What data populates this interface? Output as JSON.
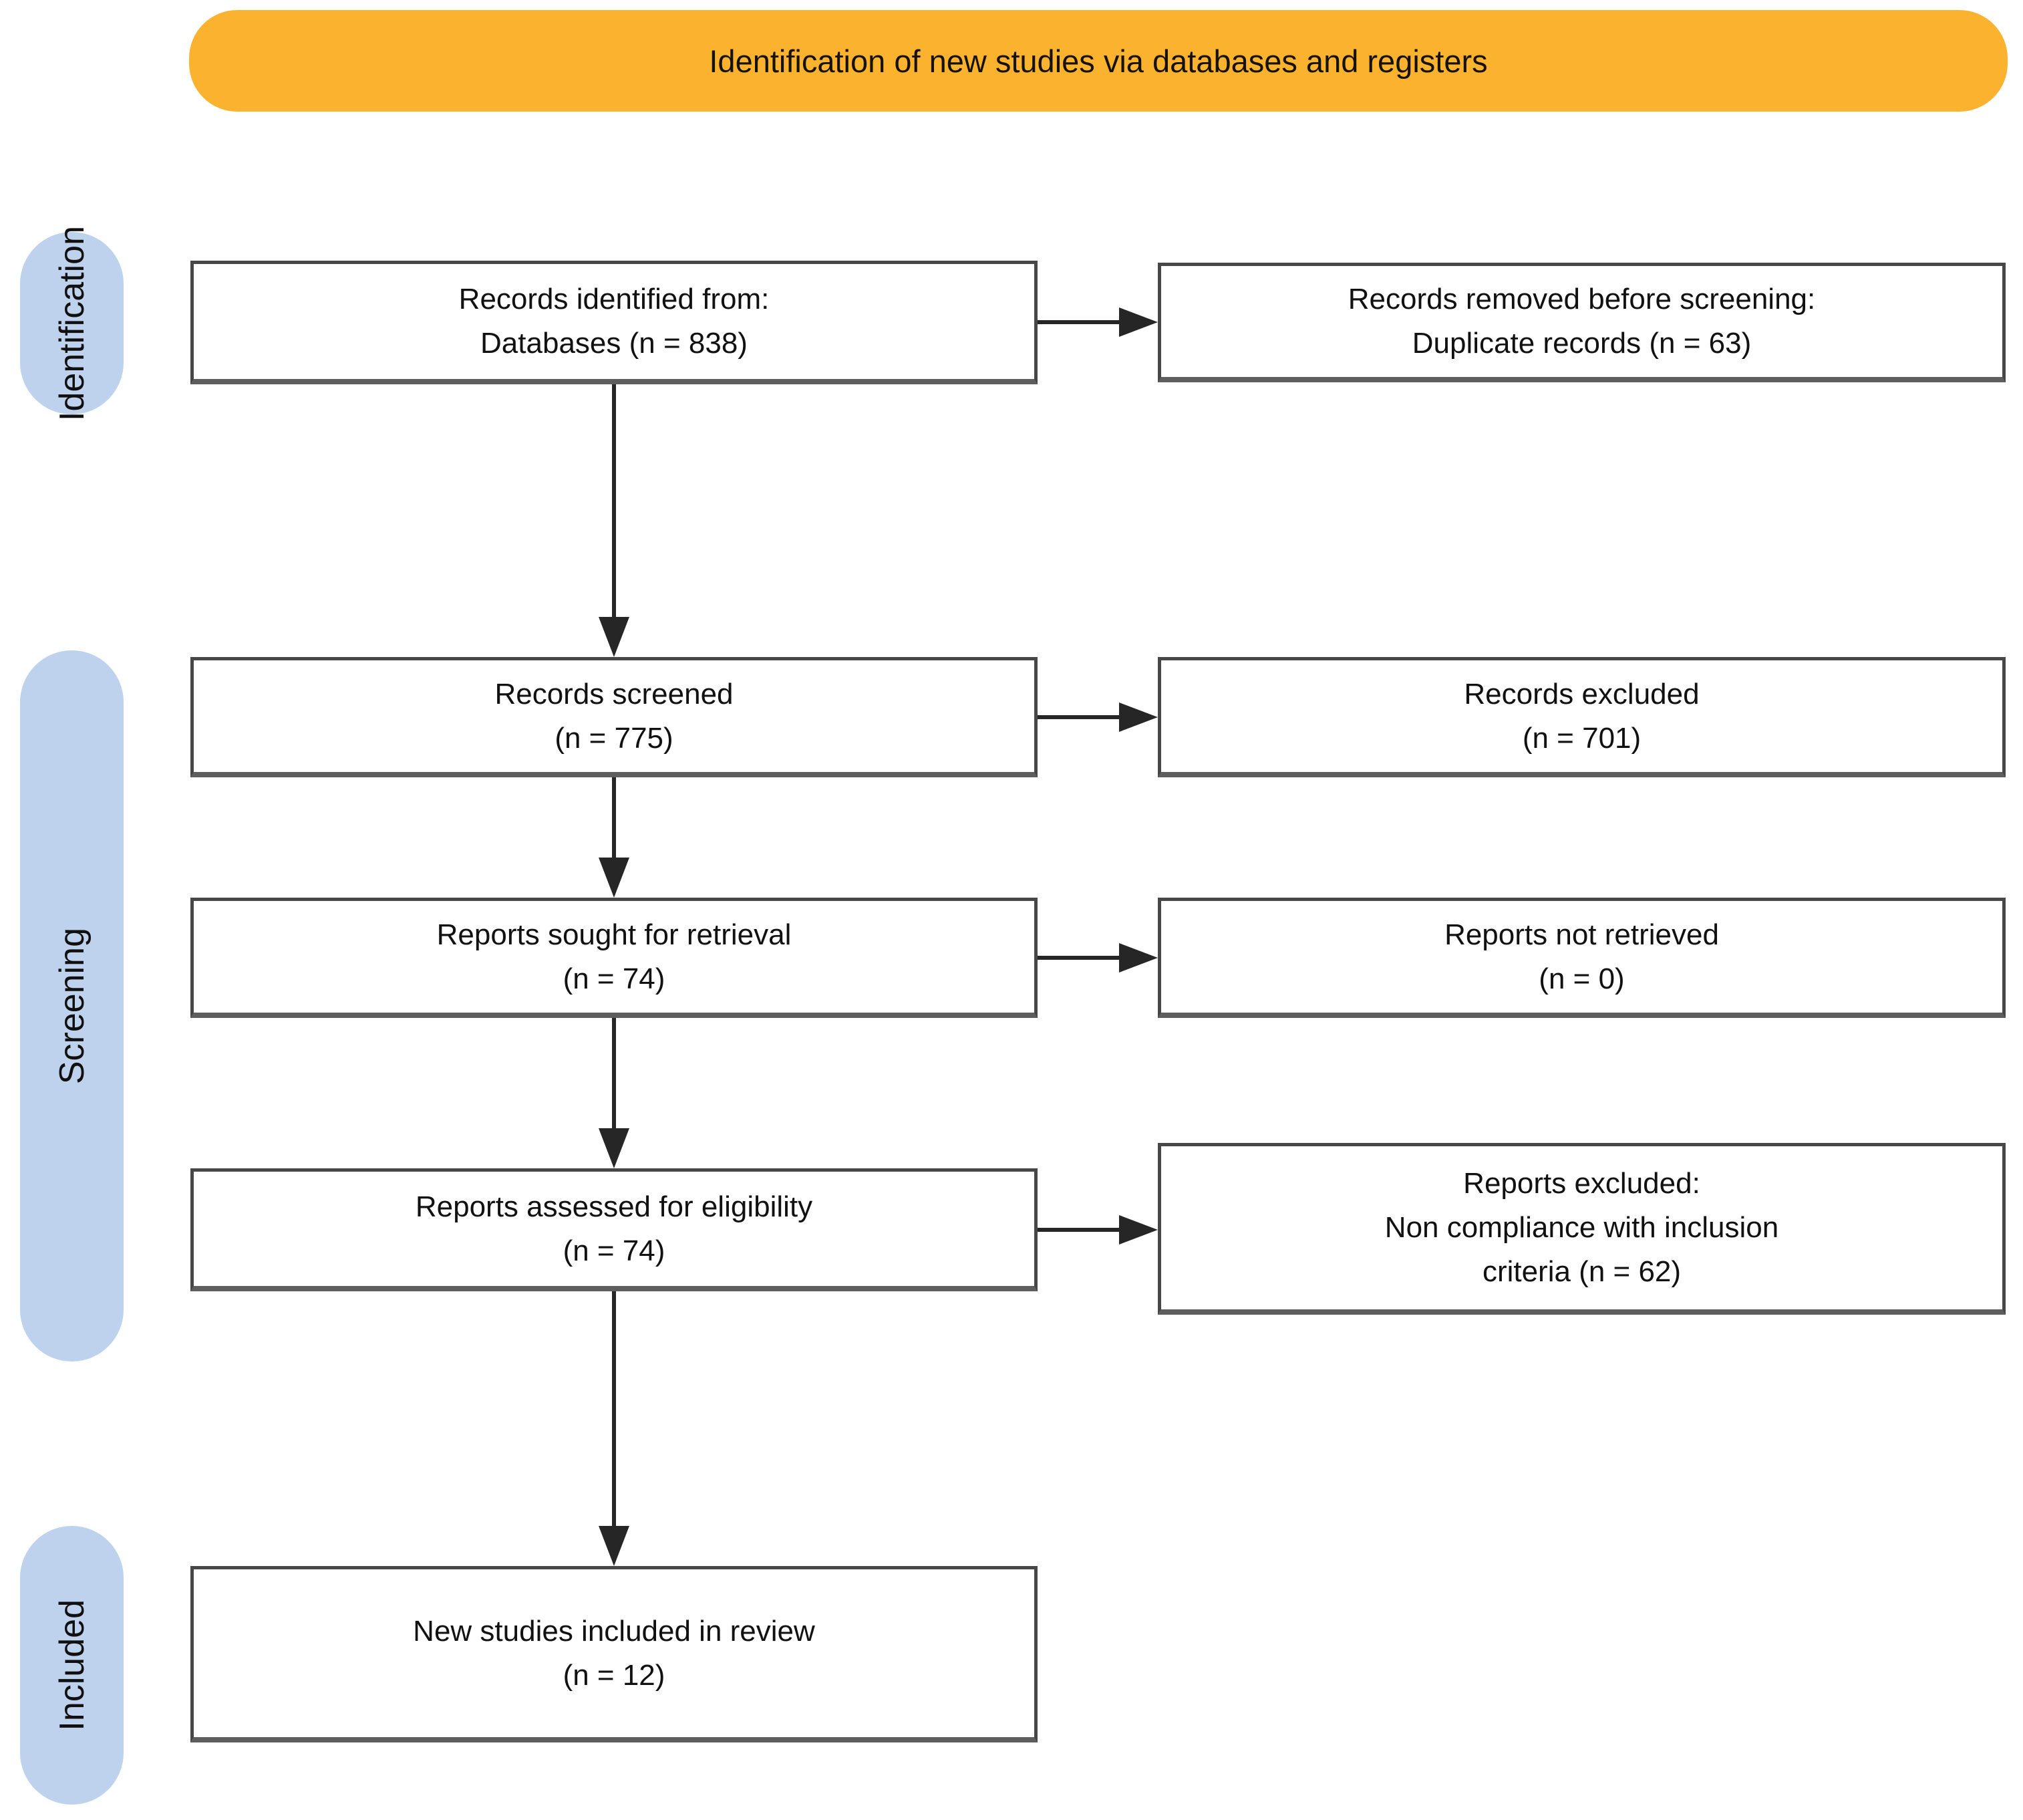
{
  "banner": {
    "label": "Identification of new studies via databases and registers"
  },
  "stages": [
    {
      "id": "identification",
      "label": "Identification"
    },
    {
      "id": "screening",
      "label": "Screening"
    },
    {
      "id": "included",
      "label": "Included"
    }
  ],
  "flow_boxes": [
    {
      "id": "records-identified",
      "lines": [
        "Records identified from:",
        "Databases (n = 838)"
      ]
    },
    {
      "id": "records-screened",
      "lines": [
        "Records screened",
        "(n = 775)"
      ]
    },
    {
      "id": "reports-sought",
      "lines": [
        "Reports sought for retrieval",
        "(n = 74)"
      ]
    },
    {
      "id": "reports-assessed",
      "lines": [
        "Reports assessed for eligibility",
        "(n = 74)"
      ]
    },
    {
      "id": "new-studies-included",
      "lines": [
        "New studies included in review",
        "(n = 12)"
      ]
    }
  ],
  "side_boxes": [
    {
      "id": "records-removed",
      "lines": [
        "Records removed before screening:",
        "Duplicate records (n = 63)"
      ]
    },
    {
      "id": "records-excluded",
      "lines": [
        "Records excluded",
        "(n = 701)"
      ]
    },
    {
      "id": "reports-not-retrieved",
      "lines": [
        "Reports not retrieved",
        "(n = 0)"
      ]
    },
    {
      "id": "reports-excluded",
      "lines": [
        "Reports excluded:",
        "Non compliance with inclusion",
        "criteria (n = 62)"
      ]
    }
  ],
  "counts": {
    "identified_databases": 838,
    "duplicates_removed": 63,
    "screened": 775,
    "records_excluded": 701,
    "sought_for_retrieval": 74,
    "not_retrieved": 0,
    "assessed_for_eligibility": 74,
    "excluded_non_compliance": 62,
    "included_in_review": 12
  },
  "colors": {
    "banner_bg": "#FBB32F",
    "stage_bg": "#BFD2ED",
    "box_bg": "#FFFFFF",
    "box_border": "#474747",
    "box_border_bottom": "#5E5E5E",
    "arrow": "#262626"
  }
}
